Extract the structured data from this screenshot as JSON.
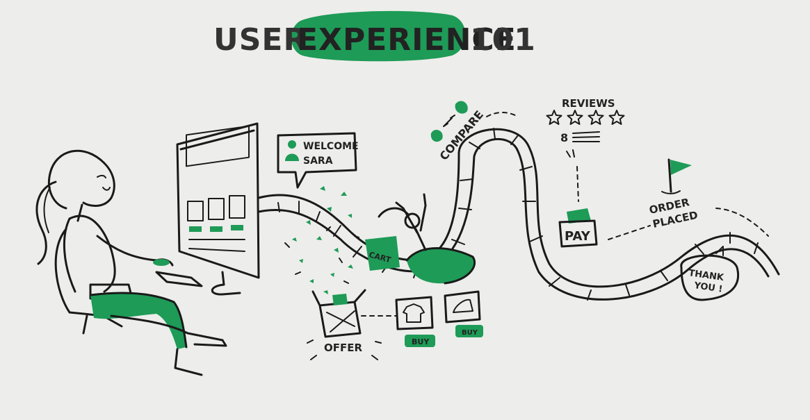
{
  "title": {
    "part1": "USER",
    "part2": "EXPERIENCE",
    "part3": "101"
  },
  "colors": {
    "accent": "#1e9b57",
    "ink": "#1a1a1a",
    "paper": "#ededeb"
  },
  "labels": {
    "welcome_line1": "WELCOME",
    "welcome_line2": "SARA",
    "compare": "COMPARE",
    "reviews": "REVIEWS",
    "pay": "PAY",
    "order_line1": "ORDER",
    "order_line2": "PLACED",
    "thanks_line1": "THANK",
    "thanks_line2": "YOU !",
    "offer": "OFFER",
    "buy1": "BUY",
    "buy2": "BUY",
    "cart": "CART",
    "review_number": "8"
  },
  "review_stars": {
    "count": 4
  }
}
